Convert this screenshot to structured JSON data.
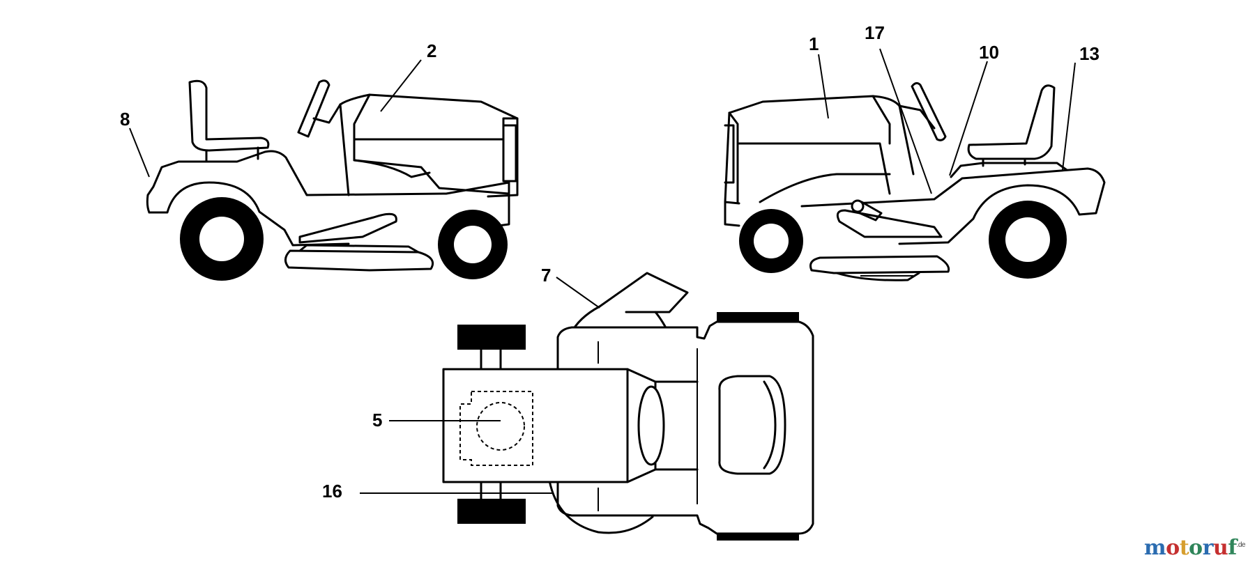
{
  "diagram": {
    "callouts": [
      {
        "id": "c1",
        "text": "1"
      },
      {
        "id": "c2",
        "text": "2"
      },
      {
        "id": "c5",
        "text": "5"
      },
      {
        "id": "c7",
        "text": "7"
      },
      {
        "id": "c8",
        "text": "8"
      },
      {
        "id": "c10",
        "text": "10"
      },
      {
        "id": "c13",
        "text": "13"
      },
      {
        "id": "c16",
        "text": "16"
      },
      {
        "id": "c17",
        "text": "17"
      }
    ]
  },
  "watermark": {
    "letters": [
      {
        "ch": "m",
        "color": "#2b6cb0"
      },
      {
        "ch": "o",
        "color": "#c53030"
      },
      {
        "ch": "t",
        "color": "#d69e2e"
      },
      {
        "ch": "o",
        "color": "#2f855a"
      },
      {
        "ch": "r",
        "color": "#2b6cb0"
      },
      {
        "ch": "u",
        "color": "#c53030"
      },
      {
        "ch": "f",
        "color": "#2f855a"
      }
    ],
    "suffix": ".de"
  },
  "colors": {
    "line": "#000000",
    "background": "#ffffff"
  }
}
